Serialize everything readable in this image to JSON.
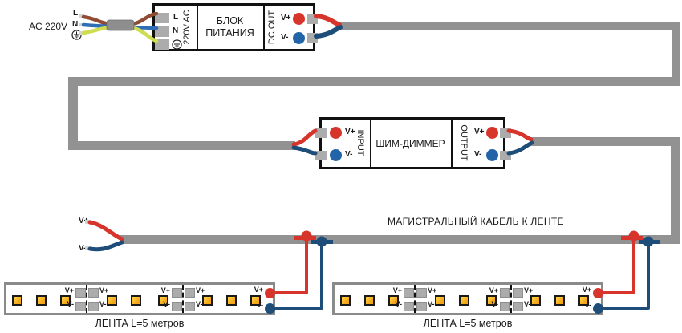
{
  "diagram": {
    "mains": {
      "label": "AC 220V",
      "line": "L",
      "neutral": "N"
    },
    "psu": {
      "terminal_line": "L",
      "terminal_neutral": "N",
      "input_side": "220V AC",
      "name_line1": "БЛОК",
      "name_line2": "ПИТАНИЯ",
      "output_side": "DC OUT",
      "vplus": "V+",
      "vminus": "V-"
    },
    "dimmer": {
      "input_side": "INPUT",
      "name": "ШИМ-ДИММЕР",
      "output_side": "OUTPUT",
      "vplus": "V+",
      "vminus": "V-"
    },
    "trunk": {
      "label": "МАГИСТРАЛЬНЫЙ КАБЕЛЬ К ЛЕНТЕ",
      "vplus": "V+",
      "vminus": "V-"
    },
    "strips": {
      "caption": "ЛЕНТА L=5 метров",
      "count": 2,
      "led_groups": 3,
      "leds_per_group": 3,
      "cut_label_plus": "V+",
      "cut_label_minus": "V-",
      "terminal_plus": "V+",
      "terminal_minus": "V-"
    }
  },
  "colors": {
    "cable": "#929292",
    "positive_red": "#D7342C",
    "negative_navy": "#1E4D79",
    "terminal_blue": "#2264A8",
    "mains_brown": "#8F4C33",
    "mains_blue": "#2F6EB5",
    "earth_green": "#CEDC50",
    "led_gold": "#F2A61C",
    "pad_gray": "#ACACAC",
    "strip_border": "#8A8A8A"
  }
}
